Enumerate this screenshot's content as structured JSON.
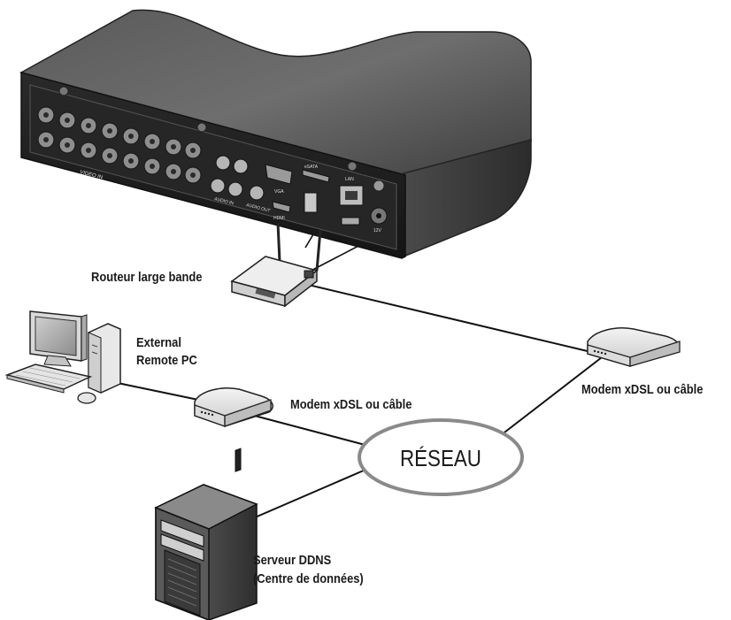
{
  "labels": {
    "router": "Routeur large bande",
    "remote_pc_line1": "External",
    "remote_pc_line2": "Remote PC",
    "modem_left": "Modem xDSL ou câble",
    "modem_right": "Modem xDSL ou câble",
    "network": "RÉSEAU",
    "server_line1": "Serveur DDNS",
    "server_line2": "(Centre de données)"
  },
  "dvr_panel": {
    "video_in": "VIDEO IN",
    "audio_in": "AUDIO IN",
    "audio_out": "AUDIO OUT",
    "vga": "VGA",
    "hdmi": "HDMI",
    "esata": "eSATA",
    "lan": "LAN",
    "dc": "12V"
  },
  "colors": {
    "line": "#111111",
    "dvr_body": "#3a3a3a",
    "dvr_panel": "#1e1e1e",
    "network_ellipse": "#8a8a8a"
  }
}
